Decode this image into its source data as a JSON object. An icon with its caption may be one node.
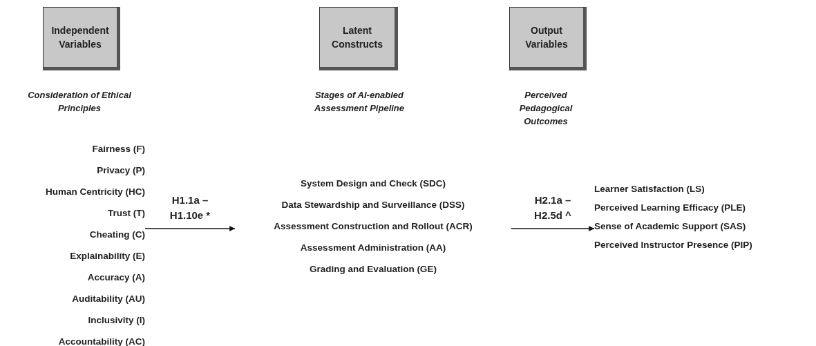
{
  "diagram": {
    "nodes": [
      {
        "text": [
          "Independent Variables"
        ],
        "beside": [
          "Consideration of Ethical Principles"
        ]
      },
      {
        "text": [
          "Latent Constructs"
        ],
        "beside": [
          "Stages of AI-enabled Assessment Pipeline"
        ]
      },
      {
        "text": [
          "Output Variables"
        ],
        "beside": [
          "Perceived Pedagogical Outcomes"
        ]
      },
      {
        "text": [
          "Fairness (F)",
          "Privacy (P)",
          "Human Centricity (HC)",
          "Trust (T)",
          "Cheating (C)",
          "Explainability (E)",
          "Accuracy (A)",
          "Auditability (AU)",
          "Inclusivity (I)",
          "Accountability (AC)"
        ]
      },
      {
        "text": [
          "System Design and Check (SDC)",
          "Data Stewardship and Surveillance (DSS)",
          "Assessment Construction and Rollout (ACR)",
          "Assessment Administration (AA)",
          "Grading and Evaluation (GE)"
        ]
      },
      {
        "text": [
          "Learner Satisfaction (LS)",
          "Perceived Learning Efficacy (PLE)",
          "Sense of Academic Support (SAS)",
          "Perceived Instructor Presence (PIP)"
        ]
      }
    ],
    "edges": [
      {
        "from": 3,
        "to": 4,
        "arrow": "to",
        "label": "H1.1a – H1.10e *"
      },
      {
        "from": 4,
        "to": 5,
        "arrow": "to",
        "label": "H2.1a – H2.5d ^"
      }
    ]
  }
}
